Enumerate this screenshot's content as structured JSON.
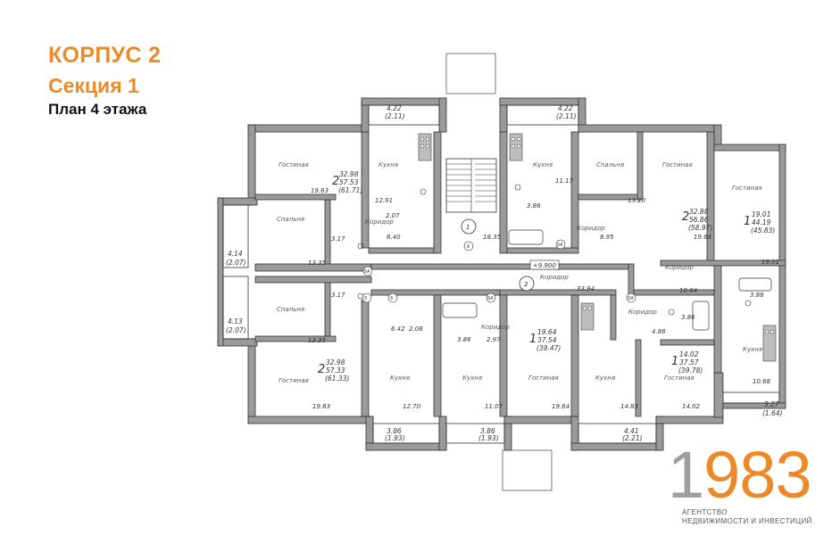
{
  "header": {
    "building": "КОРПУС 2",
    "section": "Секция 1",
    "floor_plan": "План 4 этажа"
  },
  "plan": {
    "apartments": [
      {
        "rooms": "2",
        "living": "32.98",
        "total": "57.53",
        "total_b": "(61.71)"
      },
      {
        "rooms": "2",
        "living": "32.88",
        "total": "56.86",
        "total_b": "(58.97)"
      },
      {
        "rooms": "1",
        "living": "19.01",
        "total": "44.19",
        "total_b": "(45.83)"
      },
      {
        "rooms": "2",
        "living": "32.98",
        "total": "57.33",
        "total_b": "(61.33)"
      },
      {
        "rooms": "1",
        "living": "19.64",
        "total": "37.54",
        "total_b": "(39.47)"
      },
      {
        "rooms": "1",
        "living": "14.02",
        "total": "37.57",
        "total_b": "(39.78)"
      }
    ],
    "room_labels": {
      "living_room": "Гостиная",
      "kitchen": "Кухня",
      "bedroom": "Спальня",
      "corridor": "Коридор"
    },
    "balconies": [
      {
        "area": "4.22",
        "paren": "(2.11)"
      },
      {
        "area": "4.22",
        "paren": "(2.11)"
      },
      {
        "area": "4.14",
        "paren": "(2.07)"
      },
      {
        "area": "4.13",
        "paren": "(2.07)"
      },
      {
        "area": "3.86",
        "paren": "(1.93)"
      },
      {
        "area": "3.86",
        "paren": "(1.93)"
      },
      {
        "area": "4.41",
        "paren": "(2.21)"
      },
      {
        "area": "3.27",
        "paren": "(1.64)"
      }
    ],
    "room_areas": {
      "a": "19.63",
      "b": "12.91",
      "c": "2.07",
      "d": "6.40",
      "e": "3.17",
      "f": "13.35",
      "g": "3.86",
      "h": "11.17",
      "i": "13.20",
      "j": "18.35",
      "k": "8.95",
      "l": "19.68",
      "m": "19.01",
      "n": "10.64",
      "o": "3.86",
      "p": "33.94",
      "q": "3.17",
      "r": "13.35",
      "s": "6.42",
      "t": "2.08",
      "u": "3.86",
      "v": "2.97",
      "w": "3.86",
      "x": "4.86",
      "y": "19.63",
      "z": "12.70",
      "aa": "11.07",
      "ab": "19.64",
      "ac": "14.83",
      "ad": "14.02",
      "ae": "10.68"
    },
    "markers": {
      "m1": "1",
      "m2": "2",
      "m6": "6",
      "s": "S",
      "sa": "SA",
      "level": "+9.900"
    }
  },
  "logo": {
    "digits_grey": "1",
    "digits_orange": "983",
    "line1": "АГЕНТСТВО",
    "line2": "НЕДВИЖИМОСТИ И ИНВЕСТИЦИЙ"
  }
}
